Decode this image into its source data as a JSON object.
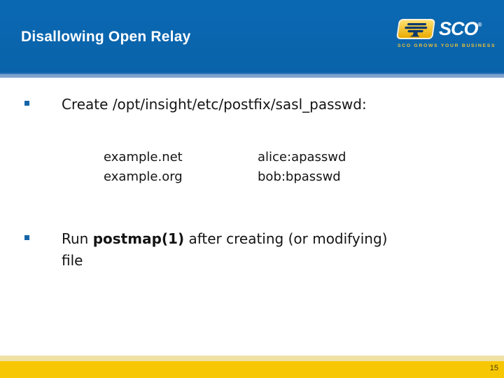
{
  "header": {
    "title": "Disallowing Open Relay"
  },
  "logo": {
    "brand": "SCO",
    "registered_mark": "®",
    "tagline": "SCO GROWS YOUR BUSINESS"
  },
  "content": {
    "bullet1": {
      "text": "Create /opt/insight/etc/postfix/sasl_passwd:"
    },
    "code_block": {
      "domains": [
        "example.net",
        "example.org"
      ],
      "credentials": [
        "alice:apasswd",
        "bob:bpasswd"
      ]
    },
    "bullet2": {
      "prefix": "Run ",
      "command": "postmap(1)",
      "suffix": " after creating (or modifying)",
      "line2": "file"
    }
  },
  "footer": {
    "page_number": "15"
  },
  "colors": {
    "header_blue": "#0a65ae",
    "divider_light_blue": "#81a3cd",
    "bullet_blue": "#1465a8",
    "footer_gold": "#f8c703",
    "footer_pale_gold": "#efe0a4",
    "logo_badge_gold": "#f2b705",
    "logo_tagline_gold": "#eec236",
    "logo_tree_navy": "#0d3a6b",
    "title_text": "#ffffff",
    "body_text": "#141414"
  }
}
